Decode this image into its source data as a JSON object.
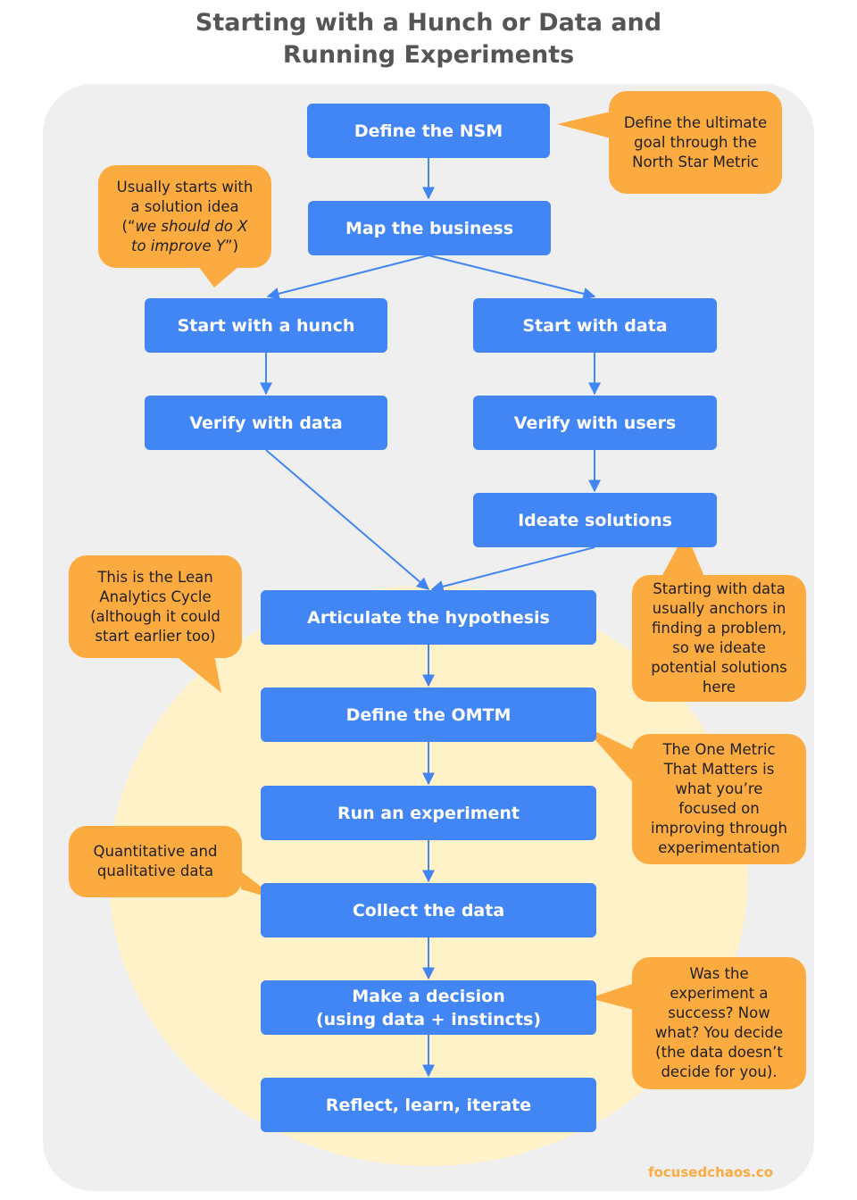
{
  "title": {
    "line1": "Starting with a Hunch or Data and",
    "line2": "Running Experiments"
  },
  "steps": {
    "define_nsm": "Define the NSM",
    "map_business": "Map the business",
    "start_hunch": "Start with a hunch",
    "start_data": "Start with data",
    "verify_data": "Verify with data",
    "verify_users": "Verify with users",
    "ideate": "Ideate solutions",
    "hypothesis": "Articulate the hypothesis",
    "omtm": "Define the OMTM",
    "experiment": "Run an experiment",
    "collect": "Collect the data",
    "decision_line1": "Make a decision",
    "decision_line2": "(using data + instincts)",
    "reflect": "Reflect, learn, iterate"
  },
  "notes": {
    "nsm": [
      "Define the ultimate",
      "goal through the",
      "North Star Metric"
    ],
    "hunch": [
      "Usually starts with",
      "a solution idea",
      "(“",
      "we should do X",
      "to improve Y",
      "”)"
    ],
    "lean": [
      "This is the Lean",
      "Analytics Cycle",
      "(although it could",
      "start earlier too)"
    ],
    "data_start": [
      "Starting with data",
      "usually anchors in",
      "finding a problem,",
      "so we ideate",
      "potential solutions",
      "here"
    ],
    "omtm": [
      "The One Metric",
      "That Matters is",
      "what you’re",
      "focused on",
      "improving through",
      "experimentation"
    ],
    "quant": [
      "Quantitative and",
      "qualitative data"
    ],
    "decide": [
      "Was the",
      "experiment a",
      "success? Now",
      "what? You decide",
      "(the data doesn’t",
      "decide for you)."
    ]
  },
  "footer": "focusedchaos.co",
  "colors": {
    "box": "#4285f4",
    "note": "#fbab3f",
    "panel": "#efefef",
    "lean_cycle": "#fff1c8",
    "title": "#555555"
  }
}
